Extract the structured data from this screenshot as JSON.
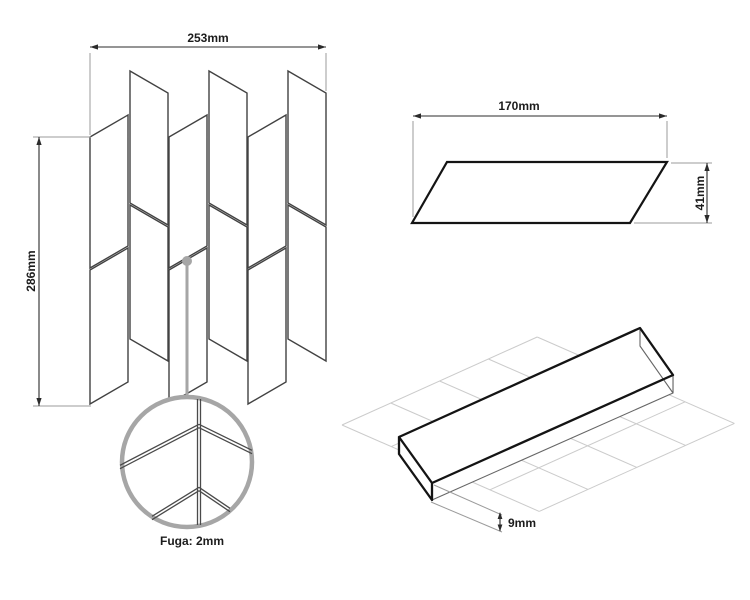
{
  "drawing": {
    "pattern": {
      "width_label": "253mm",
      "height_label": "286mm",
      "grout_label": "Fuga: 2mm"
    },
    "tile": {
      "length_label": "170mm",
      "width_label": "41mm"
    },
    "iso": {
      "thickness_label": "9mm"
    }
  },
  "colors": {
    "background": "#ffffff",
    "tile_outline": "#424242",
    "single_tile_outline": "#141414",
    "dimension": "#2b2b2b",
    "extension": "#9b9b9b",
    "leader": "#a6a6a6",
    "grid": "#cbcbcb",
    "text": "#1c1c1c"
  }
}
